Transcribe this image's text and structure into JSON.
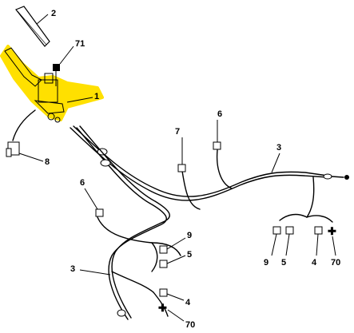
{
  "diagram": {
    "labels": {
      "l2": "2",
      "l71": "71",
      "l1": "1",
      "l8": "8",
      "l7": "7",
      "l6a": "6",
      "l3a": "3",
      "l6b": "6",
      "l9a": "9",
      "l5a": "5",
      "l3b": "3",
      "l4a": "4",
      "l70a": "70",
      "l9b": "9",
      "l5b": "5",
      "l4b": "4",
      "l70b": "70"
    },
    "colors": {
      "highlight": "#FFE000",
      "line": "#000000",
      "background": "#FFFFFF"
    }
  }
}
